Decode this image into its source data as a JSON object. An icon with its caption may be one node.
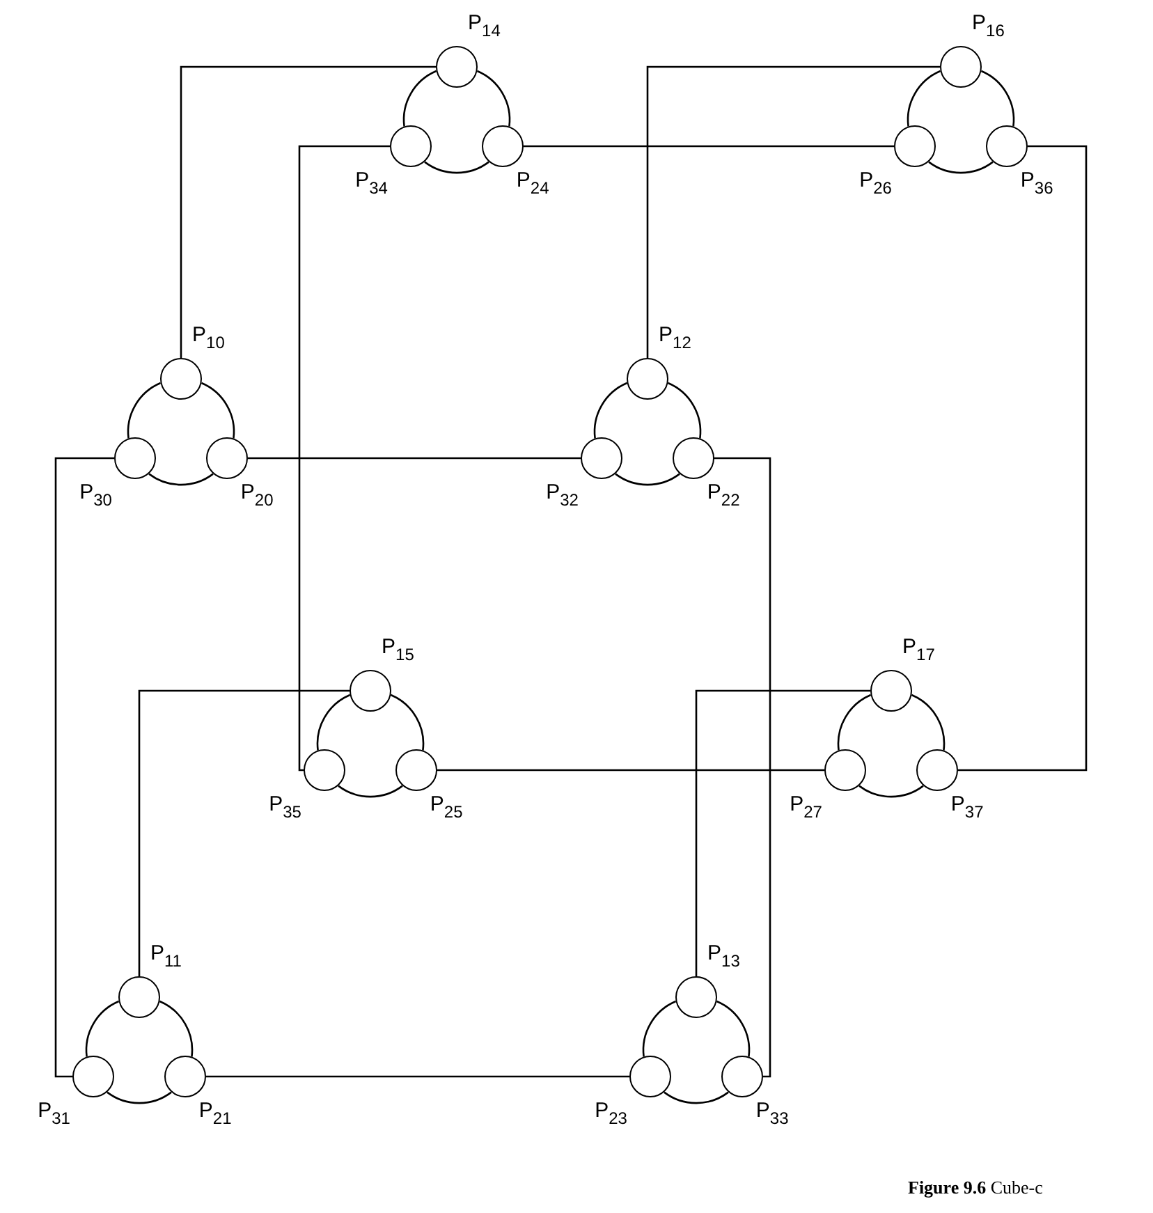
{
  "diagram": {
    "caption": "**Figure 9.6** Cube-c",
    "nodes": [
      {
        "text": [],
        "shape": "circle",
        "beside": [
          "P$_{14}$"
        ]
      },
      {
        "text": [],
        "shape": "circle",
        "beside": [
          "P$_{34}$"
        ]
      },
      {
        "text": [],
        "shape": "circle",
        "beside": [
          "P$_{24}$"
        ]
      },
      {
        "text": [],
        "shape": "circle",
        "beside": [
          "P$_{16}$"
        ]
      },
      {
        "text": [],
        "shape": "circle",
        "beside": [
          "P$_{26}$"
        ]
      },
      {
        "text": [],
        "shape": "circle",
        "beside": [
          "P$_{36}$"
        ]
      },
      {
        "text": [],
        "shape": "circle",
        "beside": [
          "P$_{10}$"
        ]
      },
      {
        "text": [],
        "shape": "circle",
        "beside": [
          "P$_{30}$"
        ]
      },
      {
        "text": [],
        "shape": "circle",
        "beside": [
          "P$_{20}$"
        ]
      },
      {
        "text": [],
        "shape": "circle",
        "beside": [
          "P$_{12}$"
        ]
      },
      {
        "text": [],
        "shape": "circle",
        "beside": [
          "P$_{32}$"
        ]
      },
      {
        "text": [],
        "shape": "circle",
        "beside": [
          "P$_{22}$"
        ]
      },
      {
        "text": [],
        "shape": "circle",
        "beside": [
          "P$_{15}$"
        ]
      },
      {
        "text": [],
        "shape": "circle",
        "beside": [
          "P$_{35}$"
        ]
      },
      {
        "text": [],
        "shape": "circle",
        "beside": [
          "P$_{25}$"
        ]
      },
      {
        "text": [],
        "shape": "circle",
        "beside": [
          "P$_{17}$"
        ]
      },
      {
        "text": [],
        "shape": "circle",
        "beside": [
          "P$_{27}$"
        ]
      },
      {
        "text": [],
        "shape": "circle",
        "beside": [
          "P$_{37}$"
        ]
      },
      {
        "text": [],
        "shape": "circle",
        "beside": [
          "P$_{11}$"
        ]
      },
      {
        "text": [],
        "shape": "circle",
        "beside": [
          "P$_{31}$"
        ]
      },
      {
        "text": [],
        "shape": "circle",
        "beside": [
          "P$_{21}$"
        ]
      },
      {
        "text": [],
        "shape": "circle",
        "beside": [
          "P$_{13}$"
        ]
      },
      {
        "text": [],
        "shape": "circle",
        "beside": [
          "P$_{23}$"
        ]
      },
      {
        "text": [],
        "shape": "circle",
        "beside": [
          "P$_{33}$"
        ]
      }
    ],
    "edges": [
      {
        "from": 0,
        "to": 1,
        "arrow": "none"
      },
      {
        "from": 1,
        "to": 2,
        "arrow": "none"
      },
      {
        "from": 2,
        "to": 0,
        "arrow": "none"
      },
      {
        "from": 3,
        "to": 4,
        "arrow": "none"
      },
      {
        "from": 4,
        "to": 5,
        "arrow": "none"
      },
      {
        "from": 5,
        "to": 3,
        "arrow": "none"
      },
      {
        "from": 6,
        "to": 7,
        "arrow": "none"
      },
      {
        "from": 7,
        "to": 8,
        "arrow": "none"
      },
      {
        "from": 8,
        "to": 6,
        "arrow": "none"
      },
      {
        "from": 9,
        "to": 10,
        "arrow": "none"
      },
      {
        "from": 10,
        "to": 11,
        "arrow": "none"
      },
      {
        "from": 11,
        "to": 9,
        "arrow": "none"
      },
      {
        "from": 12,
        "to": 13,
        "arrow": "none"
      },
      {
        "from": 13,
        "to": 14,
        "arrow": "none"
      },
      {
        "from": 14,
        "to": 12,
        "arrow": "none"
      },
      {
        "from": 15,
        "to": 16,
        "arrow": "none"
      },
      {
        "from": 16,
        "to": 17,
        "arrow": "none"
      },
      {
        "from": 17,
        "to": 15,
        "arrow": "none"
      },
      {
        "from": 18,
        "to": 19,
        "arrow": "none"
      },
      {
        "from": 19,
        "to": 20,
        "arrow": "none"
      },
      {
        "from": 20,
        "to": 18,
        "arrow": "none"
      },
      {
        "from": 21,
        "to": 22,
        "arrow": "none"
      },
      {
        "from": 22,
        "to": 23,
        "arrow": "none"
      },
      {
        "from": 23,
        "to": 21,
        "arrow": "none"
      },
      {
        "from": 6,
        "to": 0,
        "arrow": "none"
      },
      {
        "from": 9,
        "to": 3,
        "arrow": "none"
      },
      {
        "from": 12,
        "to": 18,
        "arrow": "none"
      },
      {
        "from": 15,
        "to": 21,
        "arrow": "none"
      },
      {
        "from": 1,
        "to": 13,
        "arrow": "none"
      },
      {
        "from": 2,
        "to": 4,
        "arrow": "none"
      },
      {
        "from": 8,
        "to": 10,
        "arrow": "none"
      },
      {
        "from": 11,
        "to": 23,
        "arrow": "none"
      },
      {
        "from": 7,
        "to": 19,
        "arrow": "none"
      },
      {
        "from": 14,
        "to": 16,
        "arrow": "none"
      },
      {
        "from": 20,
        "to": 22,
        "arrow": "none"
      },
      {
        "from": 5,
        "to": 17,
        "arrow": "none"
      }
    ]
  }
}
